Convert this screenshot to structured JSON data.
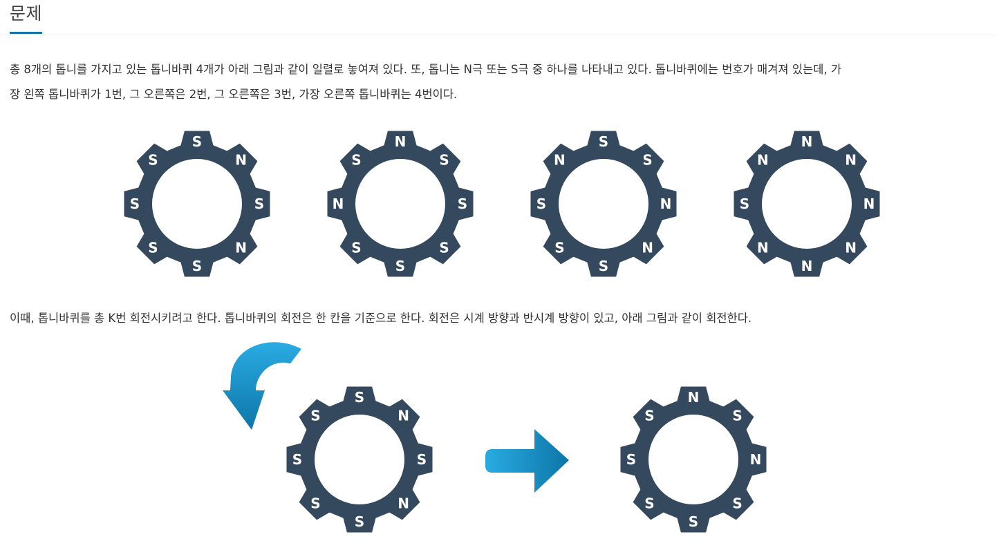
{
  "section": {
    "title": "문제"
  },
  "paragraphs": {
    "intro_line1": "총 8개의 톱니를 가지고 있는 톱니바퀴 4개가 아래 그림과 같이 일렬로 놓여져 있다. 또, 톱니는 N극 또는 S극 중 하나를 나타내고 있다. 톱니바퀴에는 번호가 매겨져 있는데, 가",
    "intro_line2": "장 왼쪽 톱니바퀴가 1번, 그 오른쪽은 2번, 그 오른쪽은 3번, 가장 오른쪽 톱니바퀴는 4번이다.",
    "rotation": "이때, 톱니바퀴를 총 K번 회전시키려고 한다. 톱니바퀴의 회전은 한 칸을 기준으로 한다. 회전은 시계 방향과 반시계 방향이 있고, 아래 그림과 같이 회전한다."
  },
  "colors": {
    "gear": "#34495e",
    "tooth_text": "#ffffff",
    "arrow_light": "#29abe2",
    "arrow_dark": "#0e76a8",
    "title_underline": "#0e76a8"
  },
  "figure1": {
    "gears": [
      {
        "number": 1,
        "teeth": [
          "S",
          "N",
          "S",
          "N",
          "S",
          "S",
          "S",
          "S"
        ]
      },
      {
        "number": 2,
        "teeth": [
          "N",
          "S",
          "S",
          "S",
          "S",
          "S",
          "N",
          "S"
        ]
      },
      {
        "number": 3,
        "teeth": [
          "S",
          "S",
          "N",
          "N",
          "S",
          "S",
          "S",
          "N"
        ]
      },
      {
        "number": 4,
        "teeth": [
          "N",
          "N",
          "N",
          "N",
          "N",
          "N",
          "S",
          "N"
        ]
      }
    ]
  },
  "figure2": {
    "rotation_icon": "counterclockwise-arrow-icon",
    "transition_icon": "right-arrow-icon",
    "before": {
      "teeth": [
        "S",
        "N",
        "S",
        "N",
        "S",
        "S",
        "S",
        "S"
      ]
    },
    "after": {
      "teeth": [
        "N",
        "S",
        "N",
        "S",
        "S",
        "S",
        "S",
        "S"
      ]
    }
  }
}
